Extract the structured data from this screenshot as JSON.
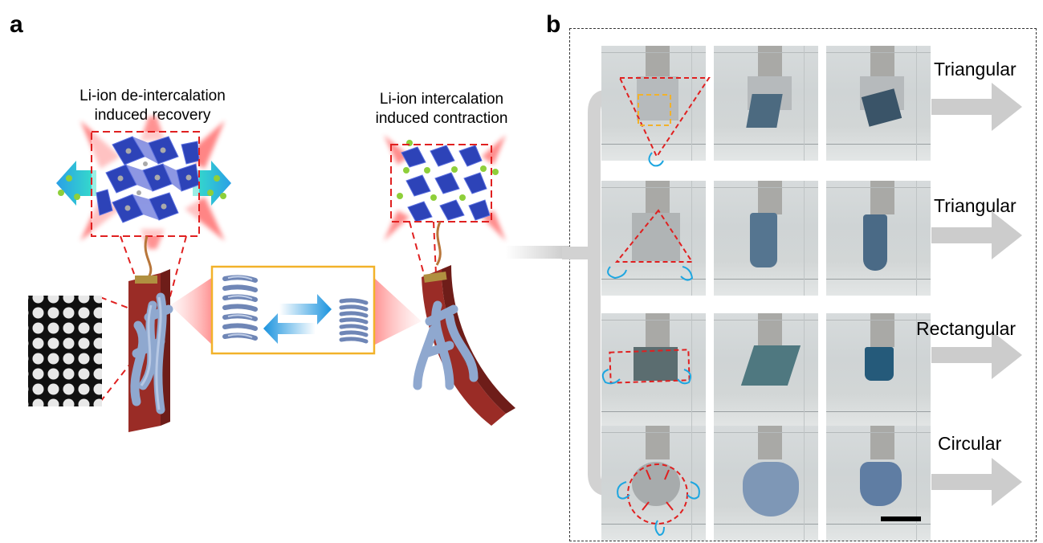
{
  "panels": {
    "a": "a",
    "b": "b"
  },
  "captions": {
    "recovery_line1": "Li-ion de-intercalation",
    "recovery_line2": "induced recovery",
    "contraction_line1": "Li-ion intercalation",
    "contraction_line2": "induced contraction"
  },
  "rows": [
    {
      "label": "Triangular"
    },
    {
      "label": "Triangular"
    },
    {
      "label": "Rectangular"
    },
    {
      "label": "Circular"
    }
  ],
  "colors": {
    "crystal_blue": "#2d43b8",
    "li_ion_green": "#8ecf3a",
    "strip_red": "#a0302a",
    "fiber_blue": "#8fa8cf",
    "highlight_yellow": "#f2b22a",
    "dash_red": "#e02020",
    "arrow_cyan": "#1ea6e0",
    "gray_arrow": "#c8c8c8"
  },
  "icons": [
    "crystal-lattice-icon",
    "spring-icon",
    "double-arrow-icon",
    "fiber-bundle-icon",
    "curl-arrow-icon",
    "scale-bar-icon"
  ]
}
